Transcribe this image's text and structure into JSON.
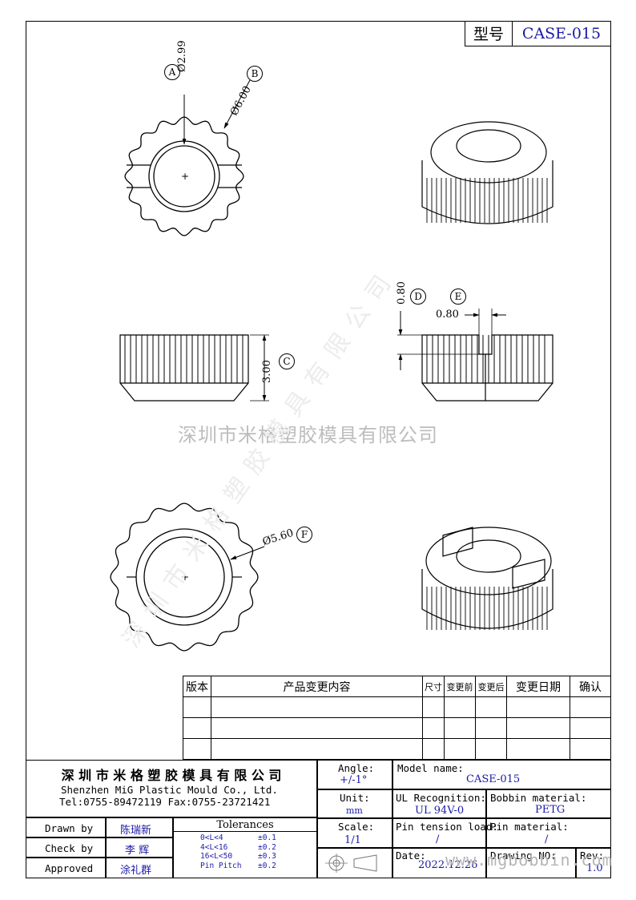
{
  "header": {
    "model_label": "型号",
    "model_value": "CASE-015"
  },
  "dimensions": {
    "a": {
      "tag": "A",
      "value": "Ø2.99"
    },
    "b": {
      "tag": "B",
      "value": "Ø6.00"
    },
    "c": {
      "tag": "C",
      "value": "3.00"
    },
    "d": {
      "tag": "D",
      "value": "0.80"
    },
    "e": {
      "tag": "E",
      "value": "0.80"
    },
    "f": {
      "tag": "F",
      "value": "Ø5.60"
    }
  },
  "watermark": {
    "company": "深圳市米格塑胶模具有限公司",
    "website": "www.mgbobbin.com"
  },
  "change_table": {
    "headers": [
      "版本",
      "产品变更内容",
      "尺寸",
      "变更前",
      "变更后",
      "变更日期",
      "确认"
    ]
  },
  "title_block": {
    "company_cn": "深 圳 市 米 格 塑 胶 模 具 有 限 公 司",
    "company_en": "Shenzhen MiG Plastic Mould Co., Ltd.",
    "contact": "Tel:0755-89472119   Fax:0755-23721421",
    "drawn_by_label": "Drawn by",
    "drawn_by": "陈瑞新",
    "check_by_label": "Check by",
    "check_by": "李 辉",
    "approved_label": "Approved",
    "approved": "涂礼群",
    "tolerances_label": "Tolerances",
    "tolerances": [
      {
        "range": "0<L<4",
        "value": "±0.1"
      },
      {
        "range": "4<L<16",
        "value": "±0.2"
      },
      {
        "range": "16<L<50",
        "value": "±0.3"
      },
      {
        "range": "Pin Pitch",
        "value": "±0.2"
      }
    ],
    "angle_label": "Angle:",
    "angle": "+/-1°",
    "unit_label": "Unit:",
    "unit": "mm",
    "scale_label": "Scale:",
    "scale": "1/1",
    "model_name_label": "Model name:",
    "model_name": "CASE-015",
    "ul_label": "UL Recognition:",
    "ul": "UL 94V-0",
    "bobbin_label": "Bobbin material:",
    "bobbin": "PETG",
    "pin_tension_label": "Pin tension load:",
    "pin_tension": "/",
    "pin_material_label": "Pin material:",
    "pin_material": "/",
    "date_label": "Date:",
    "date": "2022.12.26",
    "drawing_no_label": "Drawing NO:",
    "rev_label": "Rev:",
    "rev": "1.0"
  }
}
